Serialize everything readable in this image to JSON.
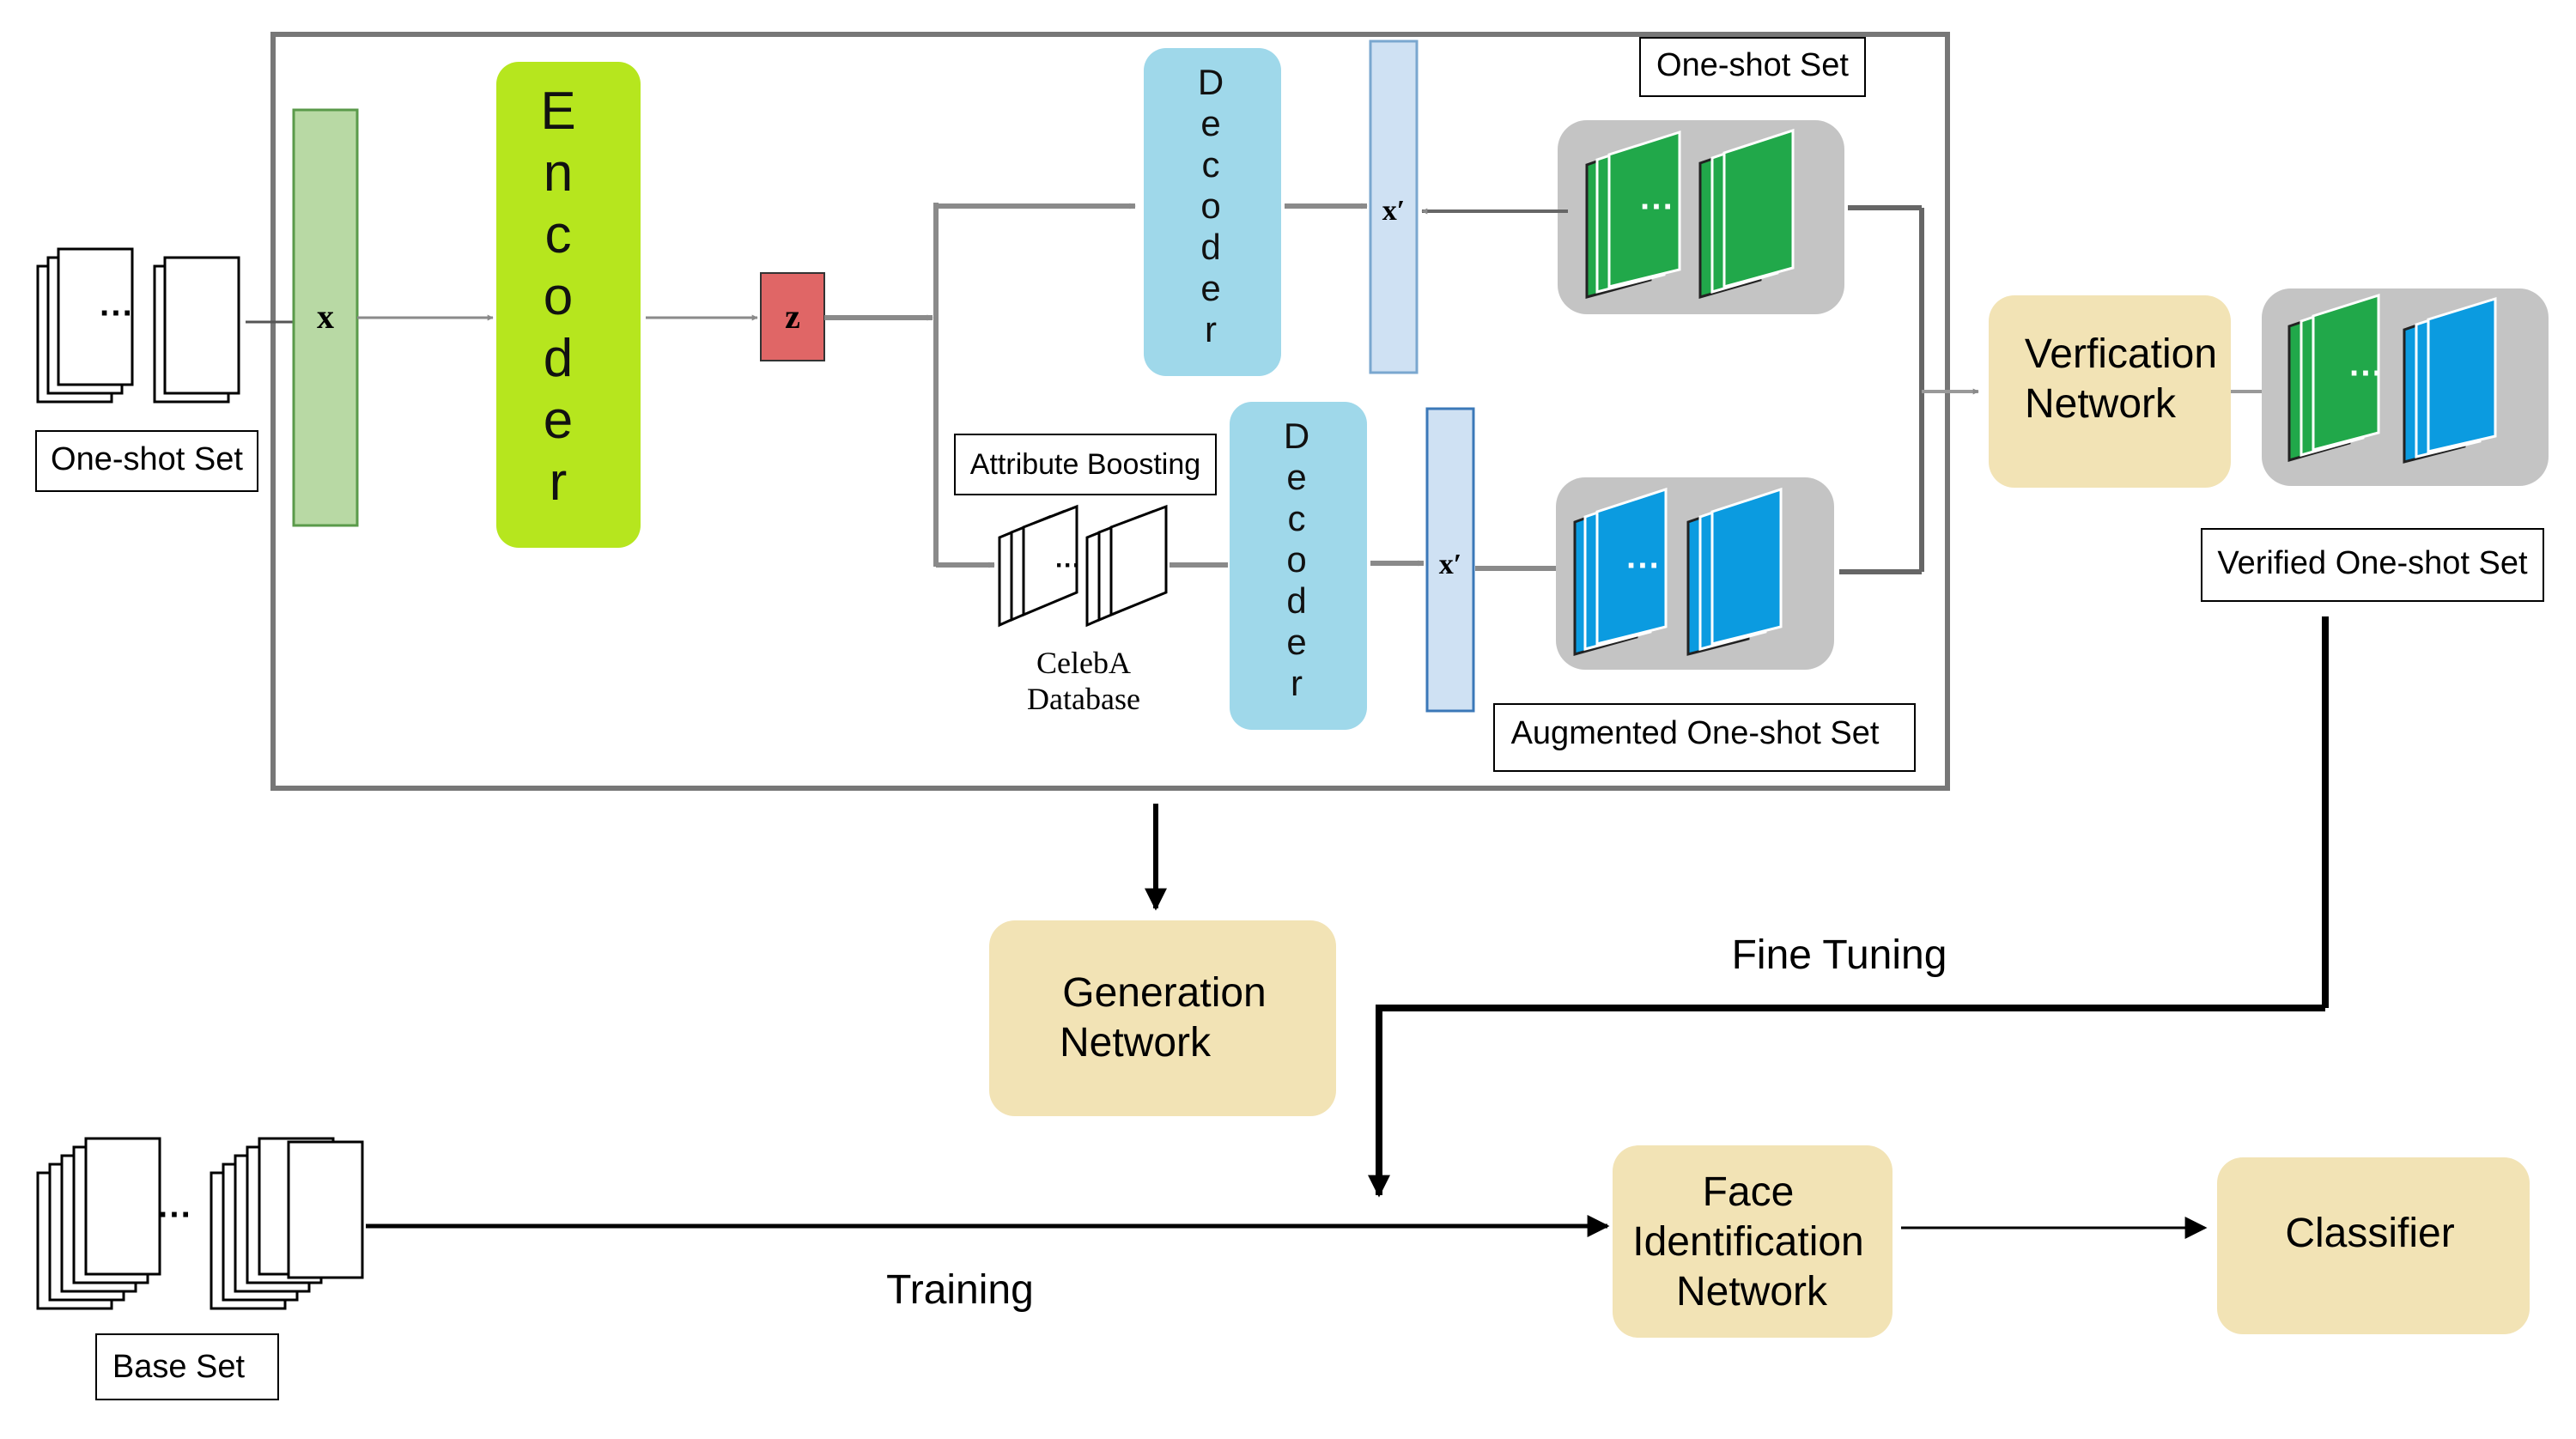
{
  "labels": {
    "one_shot_set_left": "One-shot Set",
    "one_shot_set_top": "One-shot Set",
    "attribute_boosting": "Attribute Boosting",
    "celeba_line1": "CelebA",
    "celeba_line2": "Database",
    "augmented_one_shot_set": "Augmented One-shot Set",
    "verified_one_shot_set": "Verified One-shot Set",
    "base_set": "Base Set",
    "fine_tuning": "Fine Tuning",
    "training": "Training",
    "ellipsis": "···"
  },
  "nodes": {
    "x": "x",
    "z": "z",
    "x_prime": "x′",
    "encoder_letters": [
      "E",
      "n",
      "c",
      "o",
      "d",
      "e",
      "r"
    ],
    "decoder_letters": [
      "D",
      "e",
      "c",
      "o",
      "d",
      "e",
      "r"
    ],
    "verification_line1": "Verfication",
    "verification_line2": "Network",
    "generation_line1": "Generation",
    "generation_line2": "Network",
    "face_line1": "Face",
    "face_line2": "Identification",
    "face_line3": "Network",
    "classifier": "Classifier"
  },
  "colors": {
    "x_block": "#b8d9a4",
    "encoder": "#b6e61e",
    "z_block": "#e06666",
    "decoder": "#9fd8ea",
    "x_prime_block": "#cfe1f3",
    "green_card": "#21a84a",
    "blue_card": "#0b9be0",
    "gray_panel": "#c4c4c4",
    "tan_box": "#f2e3b5",
    "line_gray": "#8a8a8a",
    "line_black": "#000000"
  }
}
